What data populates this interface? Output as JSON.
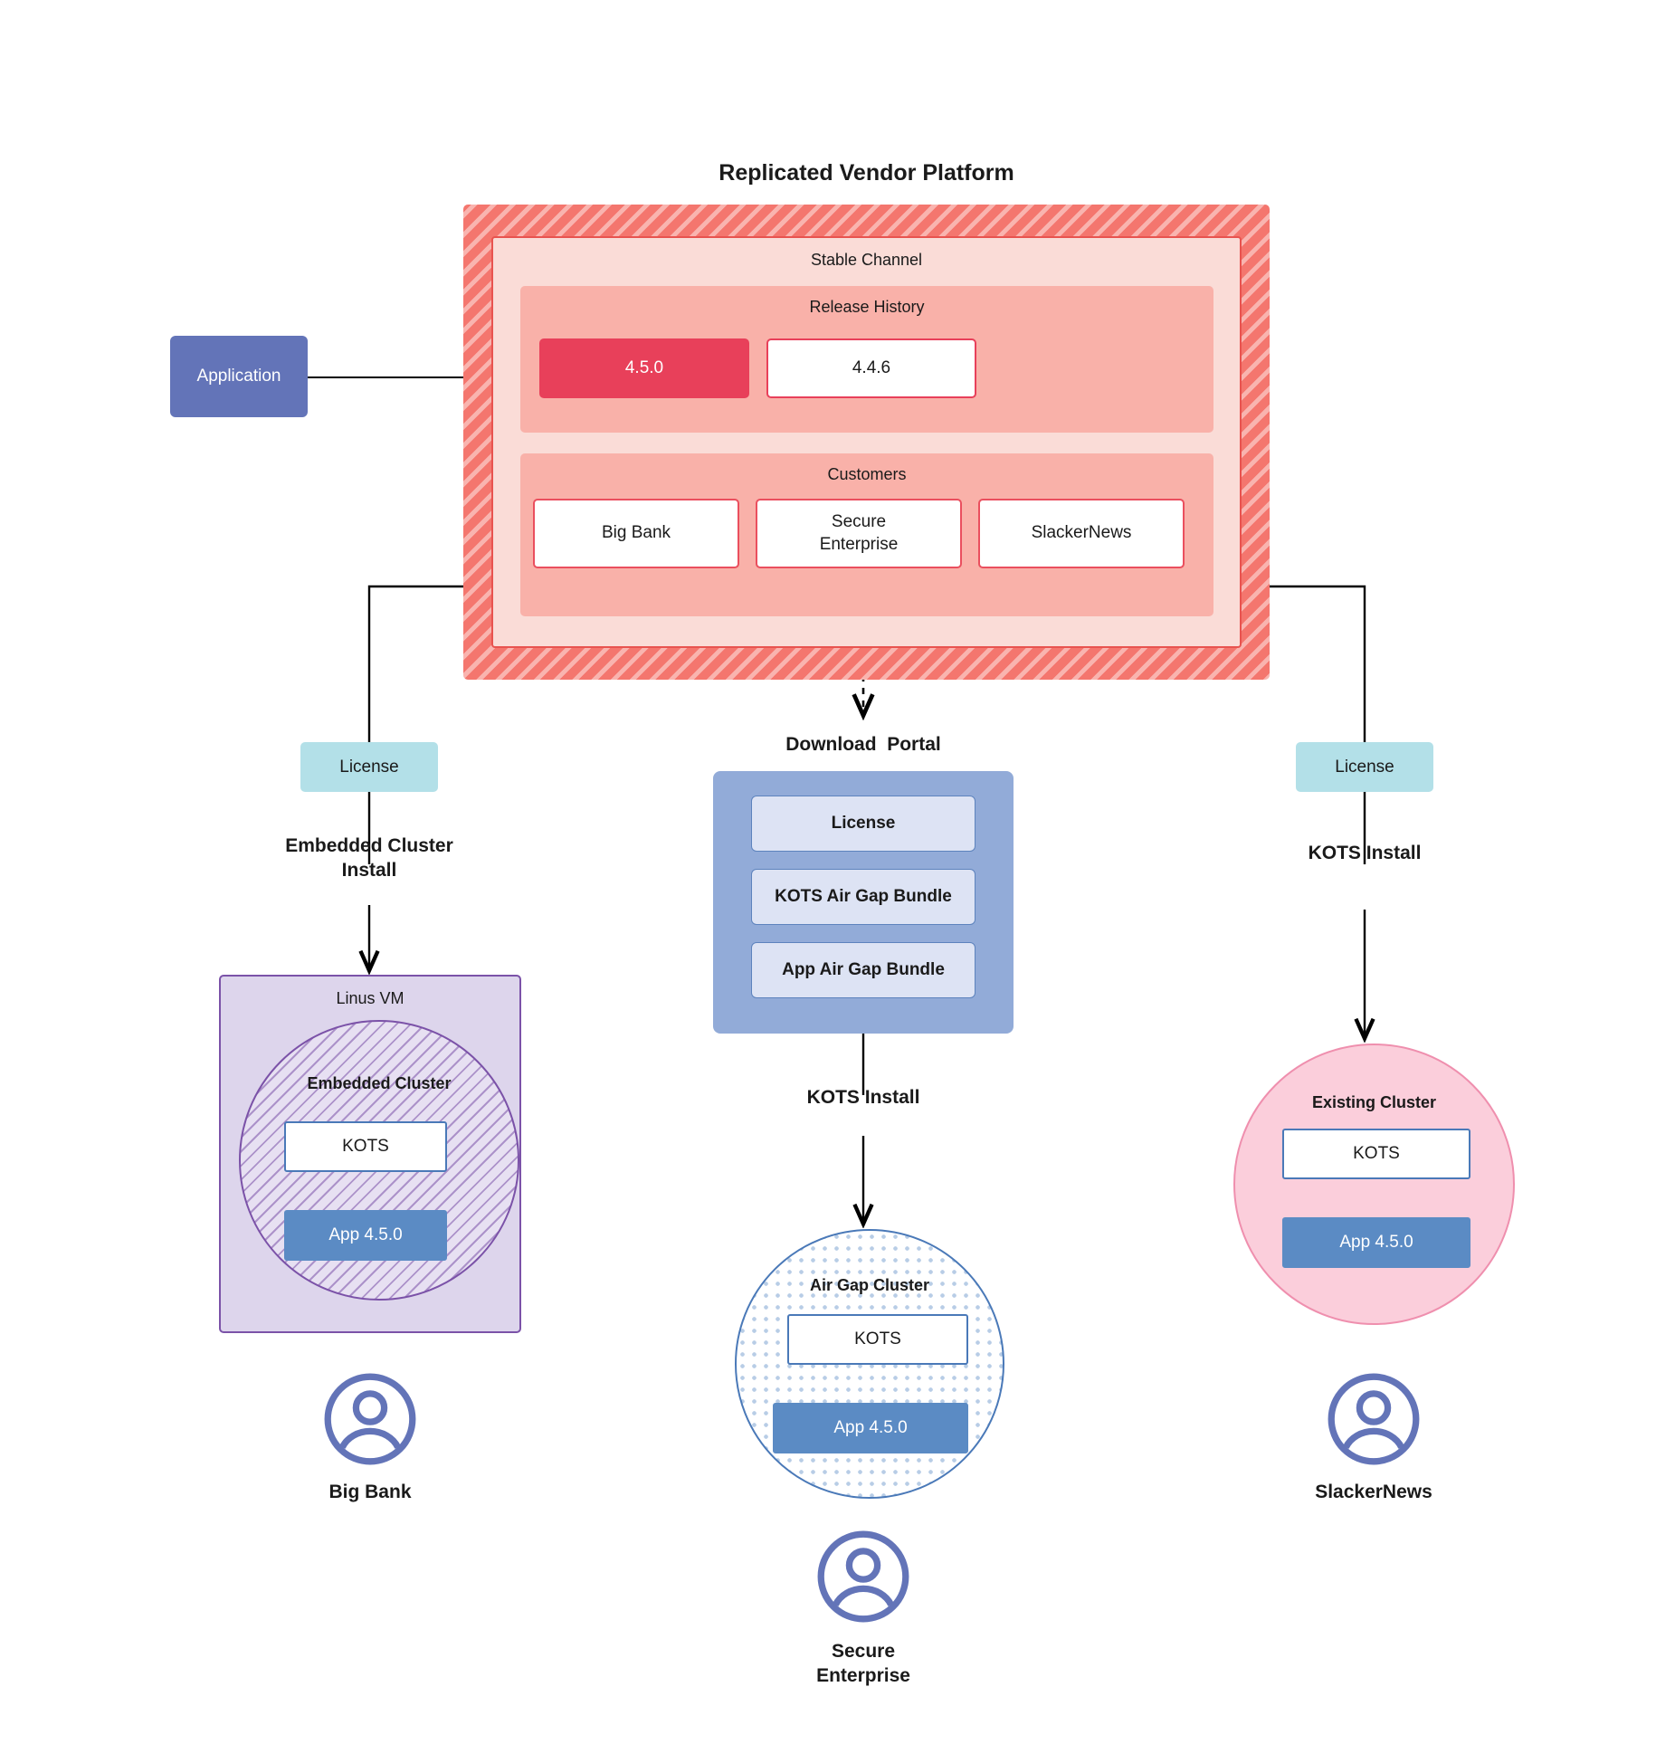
{
  "platform": {
    "title": "Replicated Vendor Platform",
    "channel_title": "Stable Channel",
    "release_history": {
      "title": "Release History",
      "releases": [
        {
          "version": "4.5.0",
          "state": "current"
        },
        {
          "version": "4.4.6",
          "state": "previous"
        }
      ]
    },
    "customers": {
      "title": "Customers",
      "items": [
        {
          "name": "Big Bank"
        },
        {
          "name": "Secure\nEnterprise"
        },
        {
          "name": "SlackerNews"
        }
      ]
    }
  },
  "application": {
    "label": "Application"
  },
  "licenses": {
    "left_label": "License",
    "right_label": "License"
  },
  "download_portal": {
    "title": "Download  Portal",
    "items": [
      {
        "label": "License"
      },
      {
        "label": "KOTS Air Gap Bundle"
      },
      {
        "label": "App Air Gap Bundle"
      }
    ]
  },
  "install_labels": {
    "left": "Embedded Cluster\nInstall",
    "center": "KOTS Install",
    "right": "KOTS Install"
  },
  "targets": {
    "left": {
      "host_label": "Linus VM",
      "cluster_label": "Embedded Cluster",
      "kots_label": "KOTS",
      "app_label": "App 4.5.0"
    },
    "center": {
      "cluster_label": "Air Gap Cluster",
      "kots_label": "KOTS",
      "app_label": "App 4.5.0"
    },
    "right": {
      "cluster_label": "Existing Cluster",
      "kots_label": "KOTS",
      "app_label": "App 4.5.0"
    }
  },
  "personas": [
    {
      "name": "Big Bank",
      "icon": "user-avatar-icon"
    },
    {
      "name": "Secure\nEnterprise",
      "icon": "user-avatar-icon"
    },
    {
      "name": "SlackerNews",
      "icon": "user-avatar-icon"
    }
  ],
  "colors": {
    "platform_hatch": "#f4766e",
    "channel_fill": "#fadcd7",
    "panel_fill": "#f9b1a9",
    "release_current": "#e8405a",
    "application": "#6374b8",
    "license": "#b3e0e8",
    "portal": "#92abd8",
    "portal_item": "#dde3f4",
    "linux_vm": "#ddd5ec",
    "embedded_border": "#7b52a8",
    "airgap_border": "#4a79b8",
    "existing_cluster": "#fbcedb",
    "app_box": "#5b8bc4",
    "avatar": "#6374b8"
  }
}
